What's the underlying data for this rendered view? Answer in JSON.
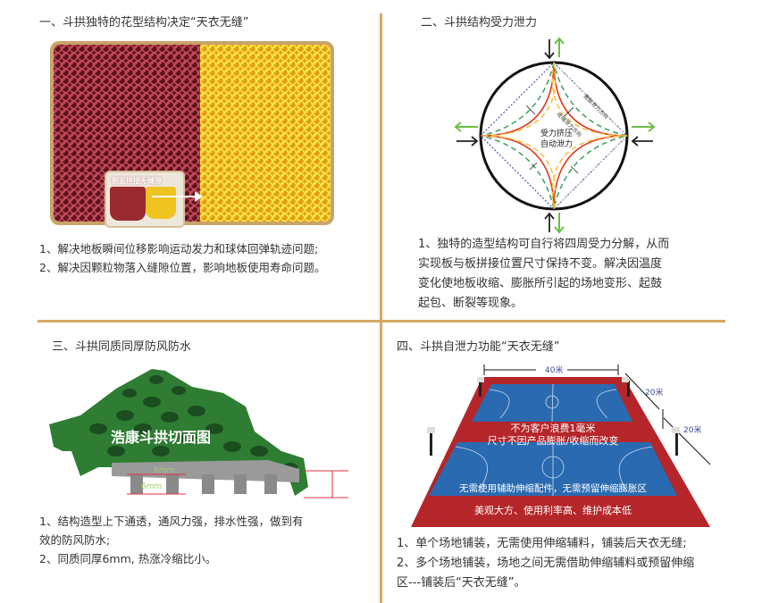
{
  "layout": {
    "divider_color": "#d7a862"
  },
  "panel1": {
    "title": "一、斗拱独特的花型结构决定“天衣无缝”",
    "image": {
      "inset_label": "侧面拼接无缝隙",
      "colors": {
        "left_tile": "#8b1e32",
        "right_tile": "#f5c518",
        "frame": "#c9a56b"
      }
    },
    "points": [
      "1、解决地板瞬间位移影响运动发力和球体回弹轨迹问题;",
      "2、解决因颗粒物落入缝隙位置，影响地板使用寿命问题。"
    ]
  },
  "panel2": {
    "title": "二、斗拱结构受力泄力",
    "diagram": {
      "label_outer": "膨胀泄力方向",
      "label_inner": "收缩泄力方向",
      "center_line1": "受力挤压",
      "center_line2": "自动泄力",
      "colors": {
        "outer_arrow": "#6abf45",
        "inner_arrow": "#222222",
        "curve_red": "#e03a1e",
        "curve_green": "#3aa060",
        "curve_yellow": "#f2c23a",
        "curve_blue": "#2a3a9a"
      }
    },
    "paragraph": [
      "1、独特的造型结构可自行将四周受力分解，从而",
      "实现板与板拼接位置尺寸保持不变。解决因温度",
      "变化使地板收缩、膨胀所引起的场地变形、起鼓",
      "起包、断裂等现象。"
    ]
  },
  "panel3": {
    "title": "三、斗拱同质同厚防风防水",
    "image": {
      "label": "浩康斗拱切面图",
      "dim_top": "6mm",
      "dim_bottom": "6mm",
      "colors": {
        "tile": "#2e7d32",
        "section": "#9a9a9a",
        "dim_line": "#e03040"
      }
    },
    "points": [
      "1、结构造型上下通透，通风力强，排水性强，做到有",
      "效的防风防水;",
      "2、同质同厚6mm, 热涨冷缩比小。"
    ]
  },
  "panel4": {
    "title": "四、斗拱自泄力功能“天衣无缝”",
    "image": {
      "width_label": "40米",
      "depth_label_1": "20米",
      "depth_label_2": "20米",
      "text_1": "不为客户浪费1毫米",
      "text_2": "尺寸不因产品膨胀/收缩而改变",
      "text_3": "无需使用辅助伸缩配件，无需预留伸缩膨胀区",
      "text_4": "美观大方、使用利率高、维护成本低",
      "colors": {
        "surround": "#b5262a",
        "court": "#2a6ab0"
      }
    },
    "points": [
      "1、单个场地铺装，无需使用伸缩辅料，铺装后天衣无缝;",
      "2、多个场地铺装，场地之间无需借助伸缩辅料或预留伸缩",
      "区---铺装后“天衣无缝”。"
    ]
  }
}
